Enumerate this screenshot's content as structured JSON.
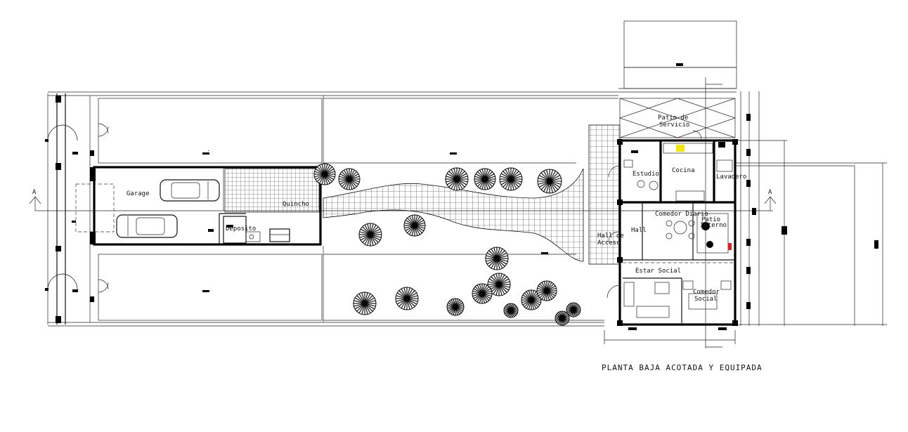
{
  "drawing": {
    "title": "PLANTA BAJA ACOTADA Y EQUIPADA",
    "section_marks": [
      "A",
      "A"
    ]
  },
  "rooms": {
    "garage": "Garage",
    "quincho": "Quincho",
    "deposito": "Deposito",
    "patio_servicio_1": "Patio de",
    "patio_servicio_2": "Servicio",
    "estudio": "Estudio",
    "cocina": "Cocina",
    "lavadero": "Lavadero",
    "comedor_diario": "Comedor Diario",
    "patio_interno_1": "Patio",
    "patio_interno_2": "Interno",
    "hall": "Hall",
    "hall_acceso_1": "Hall de",
    "hall_acceso_2": "Acceso",
    "estar_social": "Estar Social",
    "comedor_social_1": "Comedor",
    "comedor_social_2": "Social"
  },
  "colors": {
    "line": "#111111",
    "highlight_yellow": "#f2e600",
    "highlight_red": "#e02020",
    "background": "#ffffff"
  }
}
